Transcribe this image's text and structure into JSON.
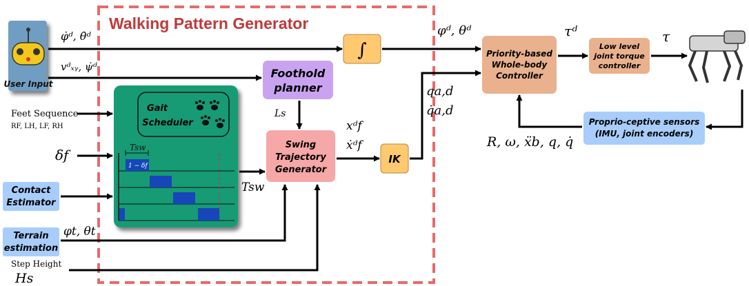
{
  "title": "Walking Pattern Generator",
  "blocks": {
    "user_input": "User Input",
    "integrator": "∫",
    "foothold_planner": [
      "Foothold",
      "planner"
    ],
    "gait_scheduler": [
      "Gait",
      "Scheduler"
    ],
    "swing_generator": [
      "Swing",
      "Trajectory",
      "Generator"
    ],
    "ik": "IK",
    "wbc": [
      "Priority-based",
      "Whole-body",
      "Controller"
    ],
    "low_level": [
      "Low level",
      "joint torque",
      "controller"
    ],
    "sensors": [
      "Proprio-ceptive sensors",
      "(IMU, joint encoders)"
    ],
    "contact_estimator": [
      "Contact",
      "Estimator"
    ],
    "terrain_estimation": [
      "Terrain",
      "estimation"
    ]
  },
  "labels": {
    "rates": "φ̇ᵈ, θ̇ᵈ",
    "velocities": "vᵈₓᵧ, ψ̇ᵈ",
    "feet_sequence": "Feet Sequence",
    "feet_order": "RF, LH, LF, RH",
    "delta_f": "δf",
    "terrain_angles": "φt, θt",
    "step_height": "Step Height",
    "step_height_symbol": "Hs",
    "ls": "Ls",
    "xfd": "xᵈf",
    "xfd_dot": "ẋᵈf",
    "t_sw_out": "Tsw",
    "t_sw_timeline": "Tsw",
    "one_minus_delta": "1 − δf",
    "phi_theta_d": "φᵈ, θᵈ",
    "q_ad": "qa,d",
    "q_ad_dot": "q̇a,d",
    "tau_d": "τᵈ",
    "tau": "τ",
    "feedback": "R, ω, ẍb, q, q̇"
  },
  "colors": {
    "walking_frame": "#e86a6a",
    "title": "#c0393b",
    "integrator": "#ffc970",
    "foothold": "#c9a3f0",
    "gait_panel": "#159b74",
    "swing": "#f6a7a7",
    "ik": "#ffc970",
    "wbc": "#e9b18d",
    "low_level": "#e9b18d",
    "input_blue": "#a8cdfa",
    "phase_bar": "#1646b8"
  }
}
